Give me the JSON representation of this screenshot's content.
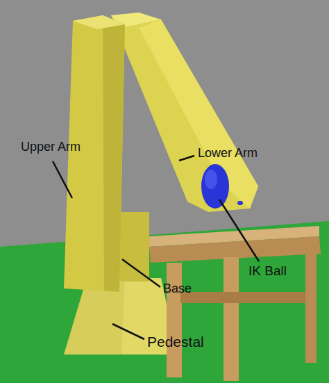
{
  "diagram": {
    "labels": [
      "Upper Arm",
      "Lower Arm",
      "IK Ball",
      "Base",
      "Pedestal"
    ]
  }
}
